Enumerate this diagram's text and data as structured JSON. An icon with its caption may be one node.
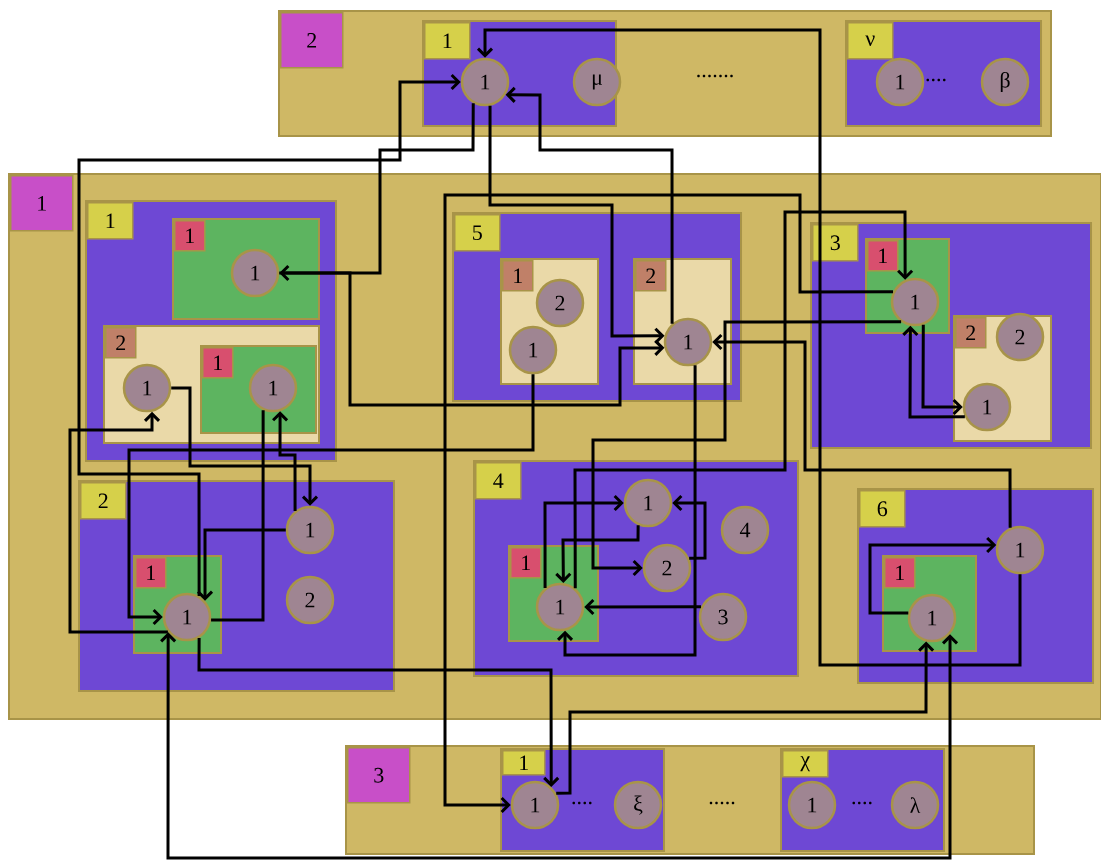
{
  "diagram": {
    "nodes": [
      {
        "text": [
          "2"
        ]
      },
      {
        "text": [
          "1"
        ],
        "in": 0
      },
      {
        "text": [
          "1"
        ],
        "in": 1
      },
      {
        "text": [
          "μ"
        ],
        "in": 1
      },
      {
        "text": [
          "ν"
        ],
        "in": 0
      },
      {
        "text": [
          "1"
        ],
        "in": 4
      },
      {
        "text": [
          "β"
        ],
        "in": 4
      },
      {
        "text": [
          "1"
        ]
      },
      {
        "text": [
          "1"
        ],
        "in": 7
      },
      {
        "text": [
          "1"
        ],
        "in": 8
      },
      {
        "text": [
          "1"
        ],
        "in": 9
      },
      {
        "text": [
          "2"
        ],
        "in": 8
      },
      {
        "text": [
          "1"
        ],
        "in": 11
      },
      {
        "text": [
          "1"
        ],
        "in": 11
      },
      {
        "text": [
          "1"
        ],
        "in": 13
      },
      {
        "text": [
          "2"
        ],
        "in": 7
      },
      {
        "text": [
          "1"
        ],
        "in": 15
      },
      {
        "text": [
          "1"
        ],
        "in": 16
      },
      {
        "text": [
          "1"
        ],
        "in": 15
      },
      {
        "text": [
          "2"
        ],
        "in": 15
      },
      {
        "text": [
          "5"
        ],
        "in": 7
      },
      {
        "text": [
          "1"
        ],
        "in": 20
      },
      {
        "text": [
          "2"
        ],
        "in": 21
      },
      {
        "text": [
          "1"
        ],
        "in": 21
      },
      {
        "text": [
          "2"
        ],
        "in": 20
      },
      {
        "text": [
          "1"
        ],
        "in": 24
      },
      {
        "text": [
          "3"
        ],
        "in": 7
      },
      {
        "text": [
          "1"
        ],
        "in": 26
      },
      {
        "text": [
          "1"
        ],
        "in": 27
      },
      {
        "text": [
          "2"
        ],
        "in": 26
      },
      {
        "text": [
          "2"
        ],
        "in": 29
      },
      {
        "text": [
          "1"
        ],
        "in": 29
      },
      {
        "text": [
          "4"
        ],
        "in": 7
      },
      {
        "text": [
          "1"
        ],
        "in": 32
      },
      {
        "text": [
          "1"
        ],
        "in": 33
      },
      {
        "text": [
          "1"
        ],
        "in": 32
      },
      {
        "text": [
          "2"
        ],
        "in": 32
      },
      {
        "text": [
          "4"
        ],
        "in": 32
      },
      {
        "text": [
          "3"
        ],
        "in": 32
      },
      {
        "text": [
          "6"
        ],
        "in": 7
      },
      {
        "text": [
          "1"
        ],
        "in": 39
      },
      {
        "text": [
          "1"
        ],
        "in": 40
      },
      {
        "text": [
          "1"
        ],
        "in": 39
      },
      {
        "text": [
          "3"
        ]
      },
      {
        "text": [
          "1"
        ],
        "in": 43
      },
      {
        "text": [
          "1"
        ],
        "in": 44
      },
      {
        "text": [
          "ξ"
        ],
        "in": 44
      },
      {
        "text": [
          "χ"
        ],
        "in": 43
      },
      {
        "text": [
          "1"
        ],
        "in": 47
      },
      {
        "text": [
          "λ"
        ],
        "in": 47
      }
    ],
    "edges": [
      {
        "from": 17,
        "to": 2,
        "arrow": "to"
      },
      {
        "from": 2,
        "to": 10,
        "arrow": "to"
      },
      {
        "from": 25,
        "to": 2,
        "arrow": "to"
      },
      {
        "from": 42,
        "to": 2,
        "arrow": "to"
      },
      {
        "from": 2,
        "to": 25,
        "arrow": "to"
      },
      {
        "from": 10,
        "to": 25,
        "arrow": "to"
      },
      {
        "from": 28,
        "to": 45,
        "arrow": "to"
      },
      {
        "from": 23,
        "to": 17,
        "arrow": "to"
      },
      {
        "from": 41,
        "to": 42,
        "arrow": "to"
      },
      {
        "from": 42,
        "to": 25,
        "arrow": "to"
      },
      {
        "from": 28,
        "to": 31,
        "arrow": "to"
      },
      {
        "from": 31,
        "to": 28,
        "arrow": "to"
      },
      {
        "from": 34,
        "to": 28,
        "arrow": "to"
      },
      {
        "from": 38,
        "to": 34,
        "arrow": "to"
      },
      {
        "from": 36,
        "to": 35,
        "arrow": "to"
      },
      {
        "from": 35,
        "to": 34,
        "arrow": "to"
      },
      {
        "from": 34,
        "to": 35,
        "arrow": "to"
      },
      {
        "from": 25,
        "to": 34,
        "arrow": "to"
      },
      {
        "from": 28,
        "to": 36,
        "arrow": "to"
      },
      {
        "from": 14,
        "to": 17,
        "arrow": "none"
      },
      {
        "from": 17,
        "to": 45,
        "arrow": "to"
      },
      {
        "from": 18,
        "to": 17,
        "arrow": "to"
      },
      {
        "from": 12,
        "to": 18,
        "arrow": "to"
      },
      {
        "from": 17,
        "to": 12,
        "arrow": "to"
      },
      {
        "from": 18,
        "to": 14,
        "arrow": "to"
      },
      {
        "from": 41,
        "to": 17,
        "arrow": "both"
      },
      {
        "from": 45,
        "to": 41,
        "arrow": "to"
      }
    ],
    "labels": [
      ".......",
      "....",
      "....",
      ".....",
      "...."
    ]
  }
}
